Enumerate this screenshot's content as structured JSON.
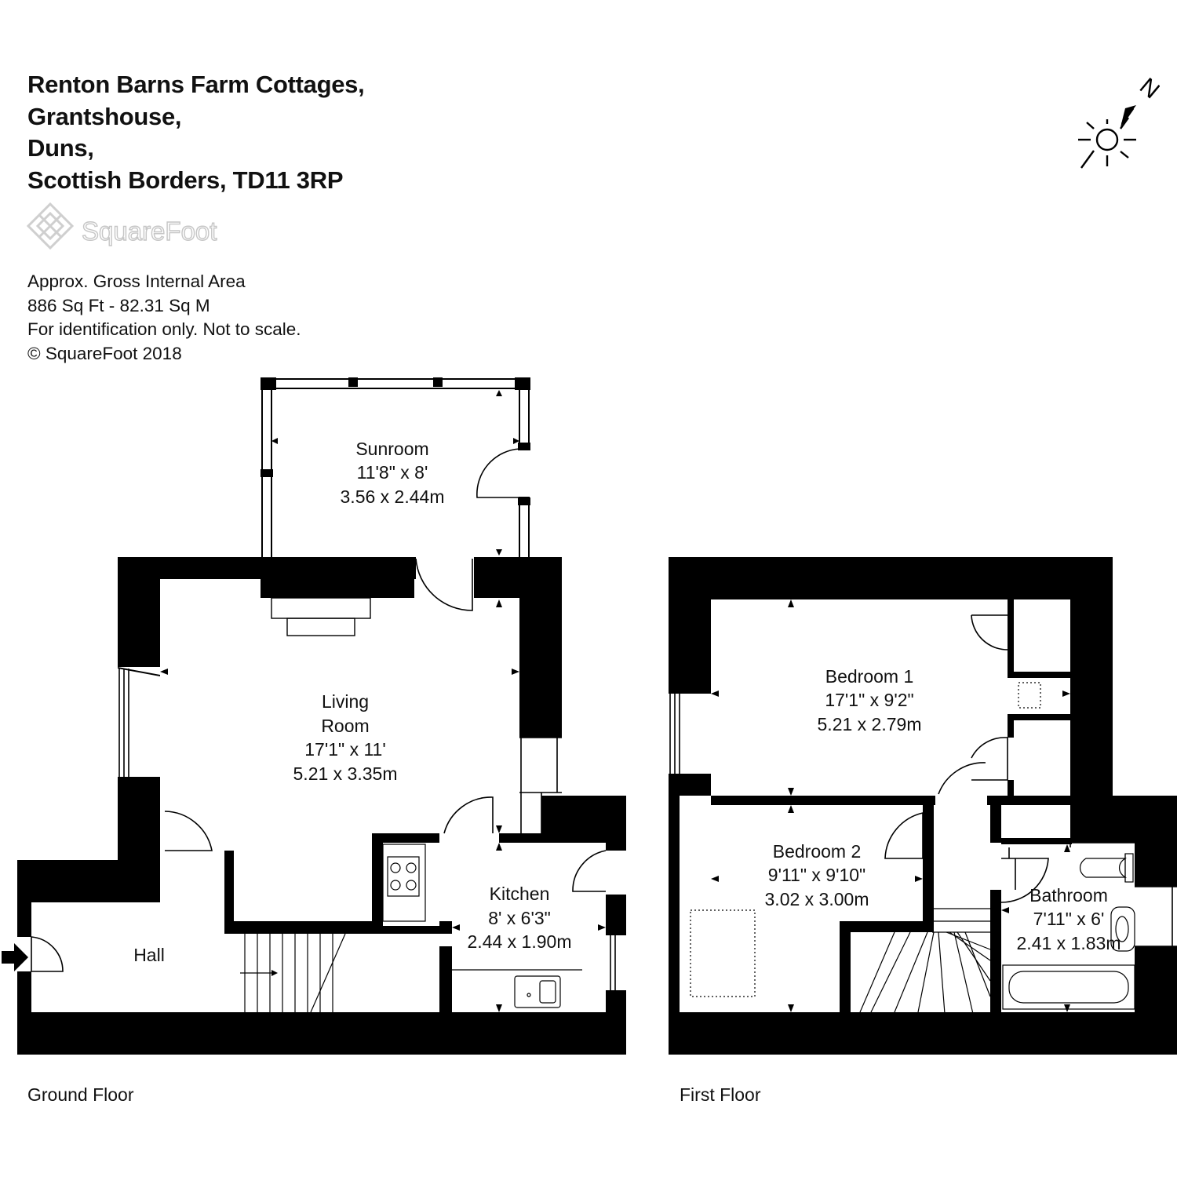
{
  "address": {
    "line1": "Renton Barns Farm Cottages,",
    "line2": "Grantshouse,",
    "line3": "Duns,",
    "line4": "Scottish Borders, TD11 3RP"
  },
  "logo": {
    "text": "SquareFoot"
  },
  "info": {
    "line1": "Approx. Gross Internal Area",
    "line2": "886 Sq Ft  -  82.31 Sq M",
    "line3": "For identification only. Not to scale.",
    "line4": "© SquareFoot 2018"
  },
  "compass": {
    "letter": "N"
  },
  "floors": {
    "ground": "Ground Floor",
    "first": "First Floor"
  },
  "rooms": {
    "sunroom": {
      "name": "Sunroom",
      "imperial": "11'8\" x 8'",
      "metric": "3.56 x 2.44m"
    },
    "living": {
      "name1": "Living",
      "name2": "Room",
      "imperial": "17'1\" x 11'",
      "metric": "5.21 x 3.35m"
    },
    "kitchen": {
      "name": "Kitchen",
      "imperial": "8' x 6'3\"",
      "metric": "2.44 x 1.90m"
    },
    "hall": {
      "name": "Hall"
    },
    "bedroom1": {
      "name": "Bedroom 1",
      "imperial": "17'1\" x 9'2\"",
      "metric": "5.21 x 2.79m"
    },
    "bedroom2": {
      "name": "Bedroom 2",
      "imperial": "9'11\" x 9'10\"",
      "metric": "3.02 x 3.00m"
    },
    "bathroom": {
      "name": "Bathroom",
      "imperial": "7'11\" x 6'",
      "metric": "2.41 x 1.83m"
    }
  },
  "colors": {
    "wall": "#000000",
    "fixture": "#555555",
    "logo": "#cfcfcf"
  }
}
